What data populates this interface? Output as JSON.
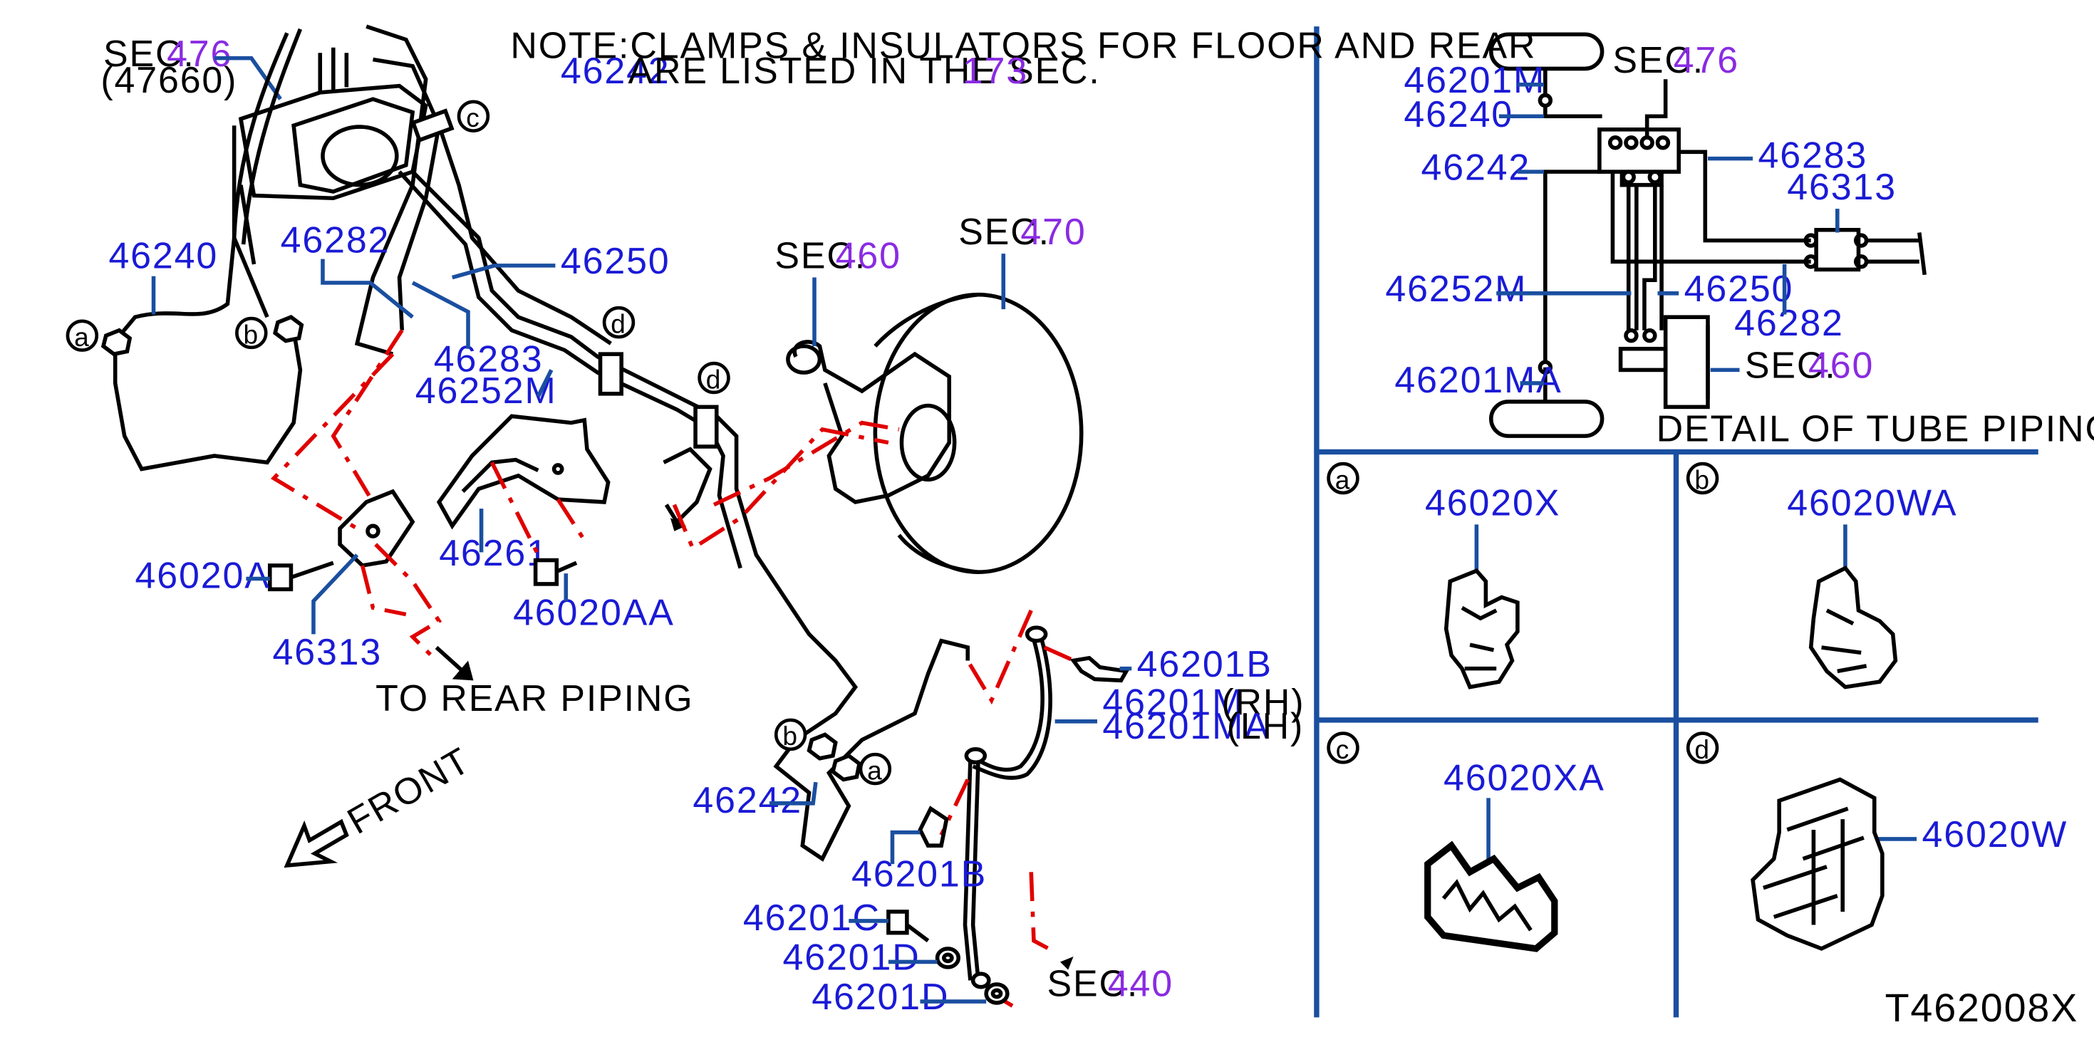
{
  "note": {
    "line1": "NOTE:CLAMPS & INSULATORS FOR FLOOR AND REAR",
    "line2_part": "46242",
    "line2_text": "ARE LISTED IN THE SEC.",
    "line2_sec": "173"
  },
  "callouts": {
    "sec476_main": {
      "prefix": "SEC.",
      "num": "476"
    },
    "sec476_sub": "(47660)",
    "sec460_main": {
      "prefix": "SEC.",
      "num": "460"
    },
    "sec470_main": {
      "prefix": "SEC.",
      "num": "470"
    },
    "sec440_main": {
      "prefix": "SEC.",
      "num": "440"
    },
    "sec476_detail": {
      "prefix": "SEC.",
      "num": "476"
    },
    "sec460_detail": {
      "prefix": "SEC.",
      "num": "460"
    }
  },
  "parts": {
    "p46240": "46240",
    "p46282": "46282",
    "p46250": "46250",
    "p46283": "46283",
    "p46252M": "46252M",
    "p46261": "46261",
    "p46020A": "46020A",
    "p46020AA": "46020AA",
    "p46313": "46313",
    "p46201B_top": "46201B",
    "p46201M": "46201M",
    "p46201MA": "46201MA",
    "rh": "(RH)",
    "lh": "(LH)",
    "p46242": "46242",
    "p46201B_bot": "46201B",
    "p46201C": "46201C",
    "p46201D_1": "46201D",
    "p46201D_2": "46201D"
  },
  "detail": {
    "title": "DETAIL OF TUBE PIPING",
    "p46201M": "46201M",
    "p46240": "46240",
    "p46242": "46242",
    "p46283": "46283",
    "p46313": "46313",
    "p46252M": "46252M",
    "p46250": "46250",
    "p46282": "46282",
    "p46201MA": "46201MA"
  },
  "panels": {
    "a": {
      "letter": "a",
      "part": "46020X"
    },
    "b": {
      "letter": "b",
      "part": "46020WA"
    },
    "c": {
      "letter": "c",
      "part": "46020XA"
    },
    "d": {
      "letter": "d",
      "part": "46020W"
    }
  },
  "markers": {
    "a": "a",
    "b": "b",
    "c": "c",
    "d": "d"
  },
  "to_rear": "TO REAR PIPING",
  "front": "FRONT",
  "diagram_id": "T462008X",
  "colors": {
    "part_number": "#1a1ad6",
    "section": "#8a2be2",
    "leader": "#1a4fa0",
    "connection": "#e00000"
  }
}
